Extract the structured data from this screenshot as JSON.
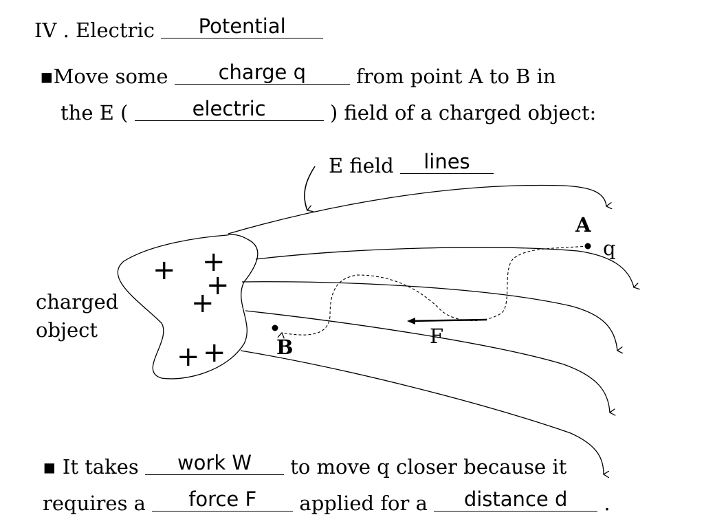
{
  "title": {
    "prefix": "IV . Electric ",
    "fill": "Potential"
  },
  "bullet1": {
    "symbol": "▪",
    "line1_pre": "Move some ",
    "line1_fill": "charge q",
    "line1_post": " from point A to B  in",
    "line2_pre": "the E ( ",
    "line2_fill": "electric",
    "line2_post": " ) field of a  charged object:"
  },
  "diagram": {
    "efield_text": "E field ",
    "efield_fill": "lines",
    "object_label_1": "charged",
    "object_label_2": "object",
    "point_a": "A",
    "point_b": "B",
    "charge": "q",
    "force": "F",
    "plus": "+"
  },
  "bullet2": {
    "symbol": "▪",
    "line1_pre": " It takes ",
    "line1_fill": "work W",
    "line1_post": " to move q closer because it",
    "line2_pre": "requires a ",
    "line2_fill": "force F",
    "line2_mid": " applied for a ",
    "line2_fill2": "distance d",
    "line2_post": " ."
  }
}
